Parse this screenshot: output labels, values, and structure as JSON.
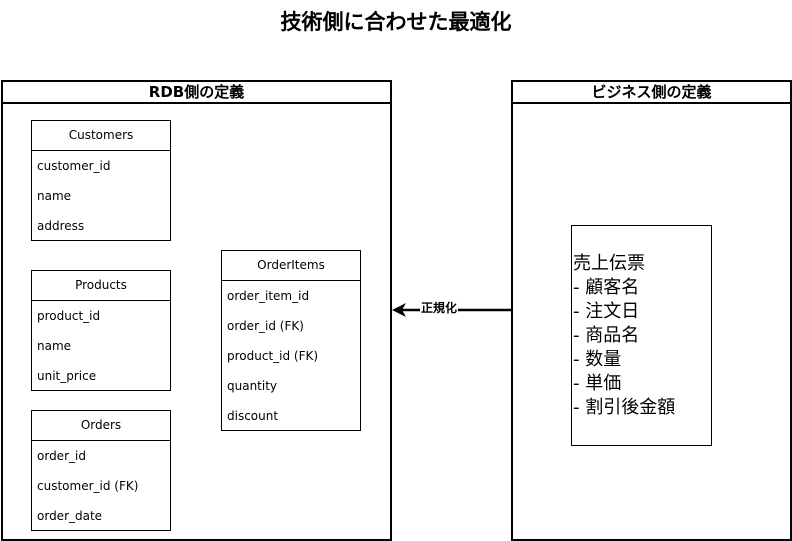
{
  "title": "技術側に合わせた最適化",
  "rdb_pool": {
    "title": "RDB側の定義",
    "entities": {
      "customers": {
        "name": "Customers",
        "fields": [
          "customer_id",
          "name",
          "address"
        ]
      },
      "products": {
        "name": "Products",
        "fields": [
          "product_id",
          "name",
          "unit_price"
        ]
      },
      "orders": {
        "name": "Orders",
        "fields": [
          "order_id",
          "customer_id (FK)",
          "order_date"
        ]
      },
      "order_items": {
        "name": "OrderItems",
        "fields": [
          "order_item_id",
          "order_id (FK)",
          "product_id (FK)",
          "quantity",
          "discount"
        ]
      }
    }
  },
  "business_pool": {
    "title": "ビジネス側の定義",
    "slip": {
      "lines": [
        "売上伝票",
        "- 顧客名",
        "- 注文日",
        "- 商品名",
        "- 数量",
        "- 単価",
        "- 割引後金額"
      ]
    }
  },
  "edge": {
    "label": "正規化"
  }
}
